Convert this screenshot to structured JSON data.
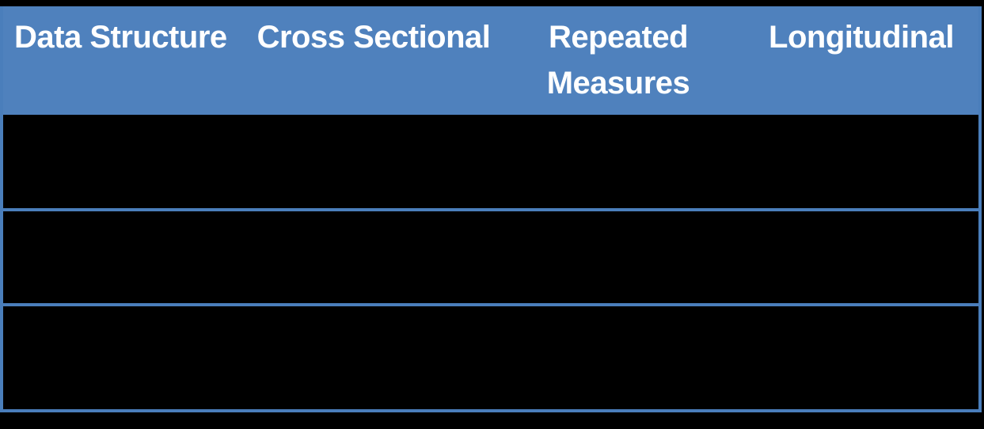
{
  "table": {
    "headers": [
      "Data Structure",
      "Cross Sectional",
      "Repeated Measures",
      "Longitudinal"
    ],
    "rows": [
      [
        "",
        "",
        "",
        ""
      ],
      [
        "",
        "",
        "",
        ""
      ],
      [
        "",
        "",
        "",
        ""
      ]
    ]
  },
  "colors": {
    "header_bg": "#4F81BD",
    "border_blue": "#4A7EBB",
    "header_text": "#FFFFFF",
    "cell_bg": "#000000",
    "page_bg": "#000000"
  }
}
